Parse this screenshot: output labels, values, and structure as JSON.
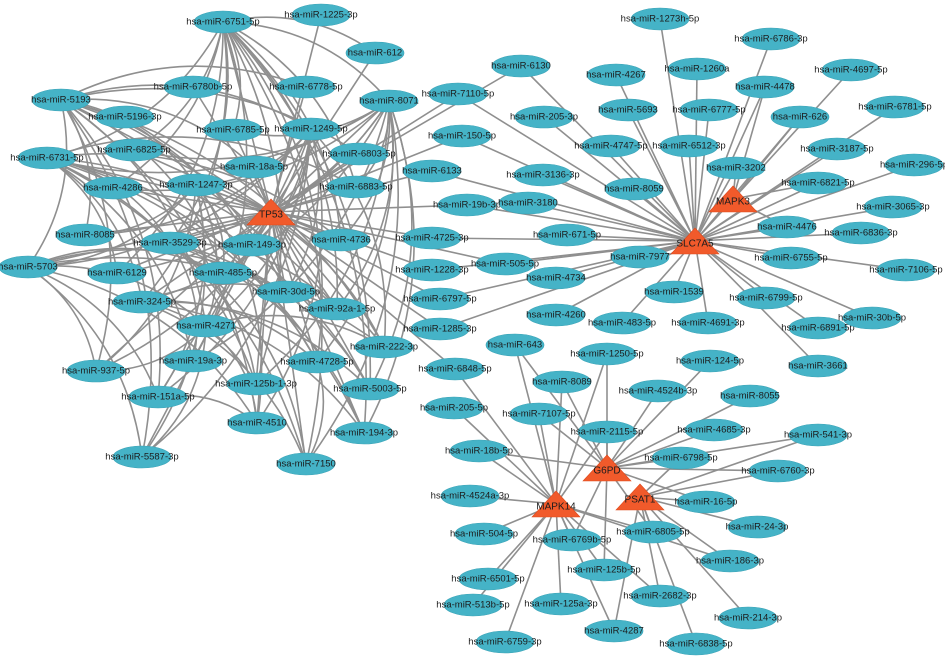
{
  "colors": {
    "mirna_fill": "#45b3c7",
    "gene_fill": "#f15a2b",
    "edge": "#8f8f8f",
    "background": "#ffffff"
  },
  "genes": [
    {
      "id": "TP53",
      "label": "TP53"
    },
    {
      "id": "SLC7A5",
      "label": "SLC7A5"
    },
    {
      "id": "MAPK3",
      "label": "MAPK3"
    },
    {
      "id": "G6PD",
      "label": "G6PD"
    },
    {
      "id": "PSAT1",
      "label": "PSAT1"
    },
    {
      "id": "MAPK14",
      "label": "MAPK14"
    }
  ],
  "clusters": {
    "TP53": [
      "hsa-miR-6751-5p",
      "hsa-miR-1225-3p",
      "hsa-miR-612",
      "hsa-miR-5193",
      "hsa-miR-6780b-5p",
      "hsa-miR-6778-5p",
      "hsa-miR-8071",
      "hsa-miR-5196-3p",
      "hsa-miR-6785-5p",
      "hsa-miR-1249-5p",
      "hsa-miR-6825-5p",
      "hsa-miR-6803-5p",
      "hsa-miR-6731-5p",
      "hsa-miR-18a-5p",
      "hsa-miR-4286",
      "hsa-miR-1247-3p",
      "hsa-miR-6883-5p",
      "hsa-miR-8085",
      "hsa-miR-3529-3p",
      "hsa-miR-149-3p",
      "hsa-miR-4736",
      "hsa-miR-5703",
      "hsa-miR-6129",
      "hsa-miR-485-5p",
      "hsa-miR-324-5p",
      "hsa-miR-30d-5p",
      "hsa-miR-92a-1-5p",
      "hsa-miR-4271",
      "hsa-miR-19a-3p",
      "hsa-miR-937-5p",
      "hsa-miR-4728-5p",
      "hsa-miR-222-3p",
      "hsa-miR-125b-1-3p",
      "hsa-miR-151a-5p",
      "hsa-miR-5003-5p",
      "hsa-miR-4510",
      "hsa-miR-194-3p",
      "hsa-miR-5587-3p",
      "hsa-miR-7150",
      "hsa-miR-6130",
      "hsa-miR-7110-5p",
      "hsa-miR-150-5p",
      "hsa-miR-6133",
      "hsa-miR-19b-3p",
      "hsa-miR-4725-3p",
      "hsa-miR-505-5p",
      "hsa-miR-1228-3p",
      "hsa-miR-6797-5p",
      "hsa-miR-1285-3p",
      "hsa-miR-6848-5p"
    ],
    "SLC7A5": [
      "hsa-miR-6130",
      "hsa-miR-7110-5p",
      "hsa-miR-150-5p",
      "hsa-miR-6133",
      "hsa-miR-19b-3p",
      "hsa-miR-4725-3p",
      "hsa-miR-505-5p",
      "hsa-miR-1228-3p",
      "hsa-miR-6797-5p",
      "hsa-miR-1285-3p",
      "hsa-miR-1273h-5p",
      "hsa-miR-6786-3p",
      "hsa-miR-4267",
      "hsa-miR-1260a",
      "hsa-miR-4697-5p",
      "hsa-miR-4478",
      "hsa-miR-5693",
      "hsa-miR-6777-5p",
      "hsa-miR-626",
      "hsa-miR-6781-5p",
      "hsa-miR-205-3p",
      "hsa-miR-4747-5p",
      "hsa-miR-6512-3p",
      "hsa-miR-3187-5p",
      "hsa-miR-296-5p",
      "hsa-miR-3202",
      "hsa-miR-3136-3p",
      "hsa-miR-8059",
      "hsa-miR-6821-5p",
      "hsa-miR-3180",
      "hsa-miR-3065-3p",
      "hsa-miR-4476",
      "hsa-miR-6836-3p",
      "hsa-miR-671-5p",
      "hsa-miR-7977",
      "hsa-miR-6755-5p",
      "hsa-miR-7106-5p",
      "hsa-miR-4734",
      "hsa-miR-1539",
      "hsa-miR-6799-5p",
      "hsa-miR-4260",
      "hsa-miR-483-5p",
      "hsa-miR-4691-3p",
      "hsa-miR-6891-5p",
      "hsa-miR-30b-5p",
      "hsa-miR-3661"
    ],
    "MAPK3": [
      "hsa-miR-626",
      "hsa-miR-3202",
      "hsa-miR-4478",
      "hsa-miR-6821-5p",
      "hsa-miR-4476"
    ],
    "G6PD": [
      "hsa-miR-643",
      "hsa-miR-1250-5p",
      "hsa-miR-124-5p",
      "hsa-miR-8089",
      "hsa-miR-4524b-3p",
      "hsa-miR-8055",
      "hsa-miR-7107-5p",
      "hsa-miR-2115-5p",
      "hsa-miR-4685-3p",
      "hsa-miR-541-3p",
      "hsa-miR-6798-5p",
      "hsa-miR-6760-3p",
      "hsa-miR-18b-5p",
      "hsa-miR-6805-5p",
      "hsa-miR-6769b-5p",
      "hsa-miR-125b-5p",
      "hsa-miR-16-5p"
    ],
    "PSAT1": [
      "hsa-miR-16-5p",
      "hsa-miR-24-3p",
      "hsa-miR-186-3p",
      "hsa-miR-214-3p",
      "hsa-miR-6838-5p",
      "hsa-miR-4287",
      "hsa-miR-2682-3p",
      "hsa-miR-6805-5p",
      "hsa-miR-6798-5p",
      "hsa-miR-6760-3p",
      "hsa-miR-541-3p"
    ],
    "MAPK14": [
      "hsa-miR-6848-5p",
      "hsa-miR-205-5p",
      "hsa-miR-7107-5p",
      "hsa-miR-18b-5p",
      "hsa-miR-4524a-3p",
      "hsa-miR-504-5p",
      "hsa-miR-6769b-5p",
      "hsa-miR-6805-5p",
      "hsa-miR-6501-5p",
      "hsa-miR-513b-5p",
      "hsa-miR-125a-3p",
      "hsa-miR-6759-3p",
      "hsa-miR-4287",
      "hsa-miR-2682-3p",
      "hsa-miR-125b-5p",
      "hsa-miR-8089",
      "hsa-miR-643",
      "hsa-miR-1250-5p",
      "hsa-miR-2115-5p",
      "hsa-miR-186-3p"
    ]
  }
}
